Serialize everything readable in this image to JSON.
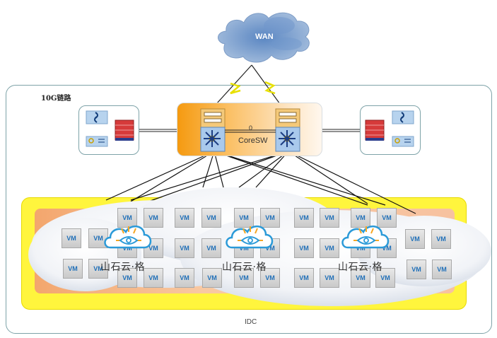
{
  "wan": {
    "label": "WAN",
    "icon": "cloud-icon"
  },
  "link_label": "10G链路",
  "core": {
    "label": "CoreSW",
    "link_marker": "0",
    "icon": "layer3-switch-icon"
  },
  "left_edge": {
    "icons": [
      "router-icon",
      "ids-icon",
      "firewall-icon"
    ]
  },
  "right_edge": {
    "icons": [
      "firewall-icon",
      "router-icon",
      "ids-icon"
    ]
  },
  "idc": {
    "label": "IDC",
    "vm_label": "VM",
    "vm_count": 38
  },
  "watermarks": [
    {
      "text": "山石云·格",
      "icon": "cloud-eye-icon"
    },
    {
      "text": "山石云·格",
      "icon": "cloud-eye-icon"
    },
    {
      "text": "山石云·格",
      "icon": "cloud-eye-icon"
    }
  ],
  "colors": {
    "frame": "#7ea3a8",
    "core_gradient_start": "#f59a10",
    "idc_yellow": "#fff53d",
    "idc_inner": "#f3a66d",
    "vm_text": "#1f6fb8",
    "watermark_blue": "#2b9ad8",
    "watermark_orange": "#f5a623",
    "lightning": "#e8e000"
  }
}
